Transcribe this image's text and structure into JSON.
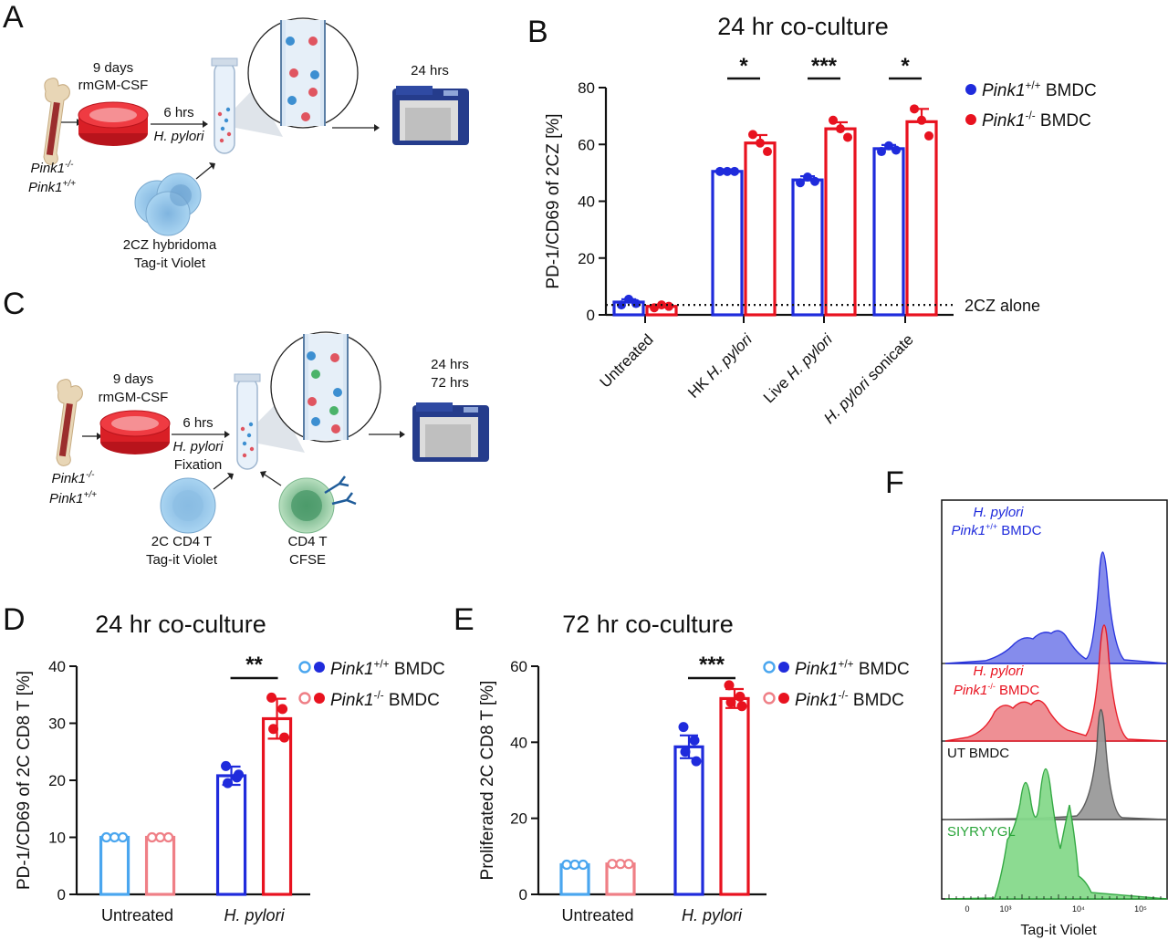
{
  "panel_letters": {
    "a": "A",
    "b": "B",
    "c": "C",
    "d": "D",
    "e": "E",
    "f": "F"
  },
  "colors": {
    "blue": "#1f2bdc",
    "red": "#e8121f",
    "light_blue": "#4aa6ef",
    "light_red": "#ef7f86",
    "green": "#3fbf4f",
    "gray": "#888888"
  },
  "schematic_a": {
    "genotype_1": "Pink1",
    "genotype_1_sup": "-/-",
    "genotype_2": "Pink1",
    "genotype_2_sup": "+/+",
    "culture_days": "9 days",
    "culture_factor": "rmGM-CSF",
    "stim_time": "6 hrs",
    "stim_agent": "H. pylori",
    "cells_line1": "2CZ hybridoma",
    "cells_line2": "Tag-it Violet",
    "readout_time": "24 hrs"
  },
  "schematic_c": {
    "genotype_1": "Pink1",
    "genotype_1_sup": "-/-",
    "genotype_2": "Pink1",
    "genotype_2_sup": "+/+",
    "culture_days": "9 days",
    "culture_factor": "rmGM-CSF",
    "stim_time": "6 hrs",
    "stim_agent": "H. pylori",
    "stim_step": "Fixation",
    "cells_a_line1": "2C CD4 T",
    "cells_a_line2": "Tag-it Violet",
    "cells_b_line1": "CD4 T",
    "cells_b_line2": "CFSE",
    "readout_time_1": "24 hrs",
    "readout_time_2": "72 hrs"
  },
  "chart_data": [
    {
      "panel": "B",
      "type": "bar",
      "title": "24 hr co-culture",
      "ylabel": "PD-1/CD69 of 2CZ [%]",
      "ylim": [
        0,
        80
      ],
      "yticks": [
        0,
        20,
        40,
        60,
        80
      ],
      "categories": [
        "Untreated",
        "HK H. pylori",
        "Live H. pylori",
        "H. pylori sonicate"
      ],
      "category_prefix_italic": [
        "",
        "HK ",
        "Live ",
        ""
      ],
      "category_italic": [
        "",
        "H. pylori",
        "H. pylori",
        "H. pylori"
      ],
      "category_suffix": [
        "",
        "",
        "",
        " sonicate"
      ],
      "series": [
        {
          "name": "Pink1+/+ BMDC",
          "name_italic": "Pink1",
          "name_sup": "+/+",
          "name_rest": " BMDC",
          "color": "#1f2bdc",
          "values": [
            4.5,
            50.5,
            47.5,
            58.5
          ],
          "err": [
            1.0,
            0.2,
            1.3,
            1.3
          ],
          "points": [
            [
              3.5,
              5.5,
              4.0
            ],
            [
              50.5,
              50.5,
              50.5
            ],
            [
              46.5,
              48.5,
              47.0
            ],
            [
              57.5,
              59.5,
              58.0
            ]
          ]
        },
        {
          "name": "Pink1-/- BMDC",
          "name_italic": "Pink1",
          "name_sup": "-/-",
          "name_rest": " BMDC",
          "color": "#e8121f",
          "values": [
            3.0,
            60.5,
            65.5,
            68.0
          ],
          "err": [
            0.6,
            2.8,
            2.3,
            4.5
          ],
          "points": [
            [
              2.5,
              3.5,
              3.0
            ],
            [
              63.5,
              60.5,
              57.5
            ],
            [
              68.5,
              65.5,
              62.5
            ],
            [
              72.5,
              68.5,
              63.0
            ]
          ]
        }
      ],
      "reference_line": {
        "value": 3.5,
        "label": "2CZ alone"
      },
      "significance": [
        {
          "category_index": 1,
          "label": "*"
        },
        {
          "category_index": 2,
          "label": "***"
        },
        {
          "category_index": 3,
          "label": "*"
        }
      ],
      "legend_position": "top-right"
    },
    {
      "panel": "D",
      "type": "bar",
      "title": "24 hr co-culture",
      "ylabel": "PD-1/CD69 of 2C CD8 T [%]",
      "ylim": [
        0,
        40
      ],
      "yticks": [
        0,
        10,
        20,
        30,
        40
      ],
      "categories": [
        "Untreated",
        "H. pylori"
      ],
      "category_italic_flags": [
        false,
        true
      ],
      "series": [
        {
          "name": "Pink1+/+ BMDC",
          "name_italic": "Pink1",
          "name_sup": "+/+",
          "name_rest": " BMDC",
          "color_untreated": "#4aa6ef",
          "color_treated": "#1f2bdc",
          "values": [
            10,
            20.8
          ],
          "err": [
            0.1,
            1.6
          ],
          "points": [
            [
              10,
              10,
              10
            ],
            [
              22.5,
              20.5,
              19.5,
              21.0
            ]
          ]
        },
        {
          "name": "Pink1-/- BMDC",
          "name_italic": "Pink1",
          "name_sup": "-/-",
          "name_rest": " BMDC",
          "color_untreated": "#ef7f86",
          "color_treated": "#e8121f",
          "values": [
            10,
            30.8
          ],
          "err": [
            0.1,
            3.5
          ],
          "points": [
            [
              10,
              10,
              10
            ],
            [
              34.5,
              32.5,
              29.0,
              27.5
            ]
          ]
        }
      ],
      "significance": [
        {
          "category_index": 1,
          "label": "**"
        }
      ],
      "legend_position": "top-right"
    },
    {
      "panel": "E",
      "type": "bar",
      "title": "72 hr co-culture",
      "ylabel": "Proliferated 2C CD8 T [%]",
      "ylim": [
        0,
        60
      ],
      "yticks": [
        0,
        20,
        40,
        60
      ],
      "categories": [
        "Untreated",
        "H. pylori"
      ],
      "category_italic_flags": [
        false,
        true
      ],
      "series": [
        {
          "name": "Pink1+/+ BMDC",
          "name_italic": "Pink1",
          "name_sup": "+/+",
          "name_rest": " BMDC",
          "color_untreated": "#4aa6ef",
          "color_treated": "#1f2bdc",
          "values": [
            7.8,
            38.8
          ],
          "err": [
            0.3,
            3.0
          ],
          "points": [
            [
              7.8,
              7.8,
              7.8
            ],
            [
              44.0,
              40.5,
              37.5,
              35.0
            ]
          ]
        },
        {
          "name": "Pink1-/- BMDC",
          "name_italic": "Pink1",
          "name_sup": "-/-",
          "name_rest": " BMDC",
          "color_untreated": "#ef7f86",
          "color_treated": "#e8121f",
          "values": [
            8.0,
            51.5
          ],
          "err": [
            0.3,
            2.5
          ],
          "points": [
            [
              8.0,
              8.0,
              8.0
            ],
            [
              55.0,
              52.0,
              50.5,
              49.5
            ]
          ]
        }
      ],
      "significance": [
        {
          "category_index": 1,
          "label": "***"
        }
      ],
      "legend_position": "top-right"
    },
    {
      "panel": "F",
      "type": "area",
      "xlabel": "Tag-it Violet",
      "xticks": [
        "0",
        "10³",
        "10⁴",
        "10⁵"
      ],
      "tracks": [
        {
          "label_line1": "H. pylori",
          "label_line2_italic": "Pink1",
          "label_line2_sup": "+/+",
          "label_line2_rest": " BMDC",
          "color": "#1f2bdc",
          "fill": "#7f86ec"
        },
        {
          "label_line1": "H. pylori",
          "label_line2_italic": "Pink1",
          "label_line2_sup": "-/-",
          "label_line2_rest": " BMDC",
          "color": "#e8121f",
          "fill": "#ee8a8f"
        },
        {
          "label_line1": "UT BMDC",
          "color": "#555555",
          "fill": "#9a9a9a"
        },
        {
          "label_line1": "SIYRYYGL",
          "color": "#2aa53a",
          "fill": "#86da8c"
        }
      ],
      "legend_position": "top-left"
    }
  ]
}
